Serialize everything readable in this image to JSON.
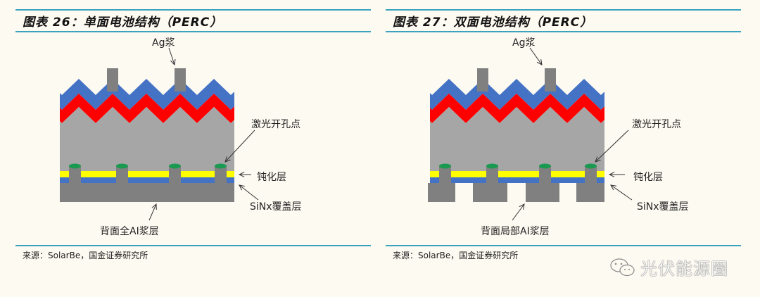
{
  "left": {
    "title": "图表 26：单面电池结构（PERC）",
    "labels": {
      "ag": "Ag浆",
      "laser": "激光开孔点",
      "passivation": "钝化层",
      "sinx": "SiNx覆盖层",
      "back": "背面全AI浆层"
    },
    "source": "来源：SolarBe，国金证券研究所"
  },
  "right": {
    "title": "图表 27：双面电池结构（PERC）",
    "labels": {
      "ag": "Ag浆",
      "laser": "激光开孔点",
      "passivation": "钝化层",
      "sinx": "SiNx覆盖层",
      "back": "背面局部AI浆层"
    },
    "source": "来源：SolarBe，国金证券研究所"
  },
  "watermark": "光伏能源圈",
  "colors": {
    "rule": "#3aa3bd",
    "arc": "#4472c4",
    "emitter": "#ff0000",
    "bulk": "#a6a6a6",
    "metal": "#808080",
    "passivation": "#ffff00",
    "contact": "#1a9a50"
  }
}
